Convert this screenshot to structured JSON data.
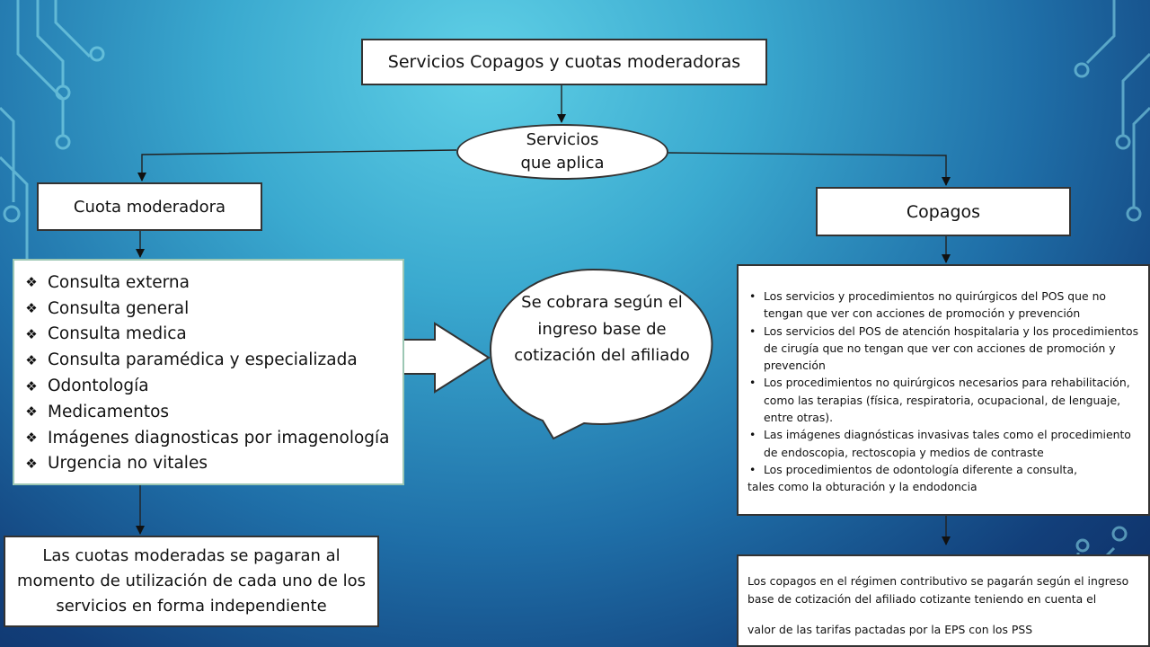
{
  "diagram": {
    "title": "Servicios Copagos y cuotas moderadoras",
    "center_node": "Servicios que aplica",
    "left_branch": {
      "label": "Cuota moderadora",
      "items": [
        "Consulta externa",
        "Consulta general",
        "Consulta medica",
        "Consulta paramédica y especializada",
        "Odontología",
        "Medicamentos",
        "Imágenes diagnosticas por imagenología",
        "Urgencia no vitales"
      ],
      "footer": "Las cuotas moderadas se pagaran al momento de utilización de cada uno de los servicios en forma independiente"
    },
    "callout": "Se cobrara según el ingreso base de cotización del afiliado",
    "right_branch": {
      "label": "Copagos",
      "items": [
        "Los servicios y procedimientos no quirúrgicos del POS que no tengan que ver con acciones de promoción y prevención",
        "Los servicios del POS de atención hospitalaria y los procedimientos de cirugía que no tengan que ver con acciones de promoción y prevención",
        "Los procedimientos no quirúrgicos necesarios para rehabilitación, como las terapias (física, respiratoria, ocupacional, de lenguaje, entre otras).",
        "Las imágenes diagnósticas invasivas tales como el procedimiento de endoscopia, rectoscopia y medios de contraste",
        "Los procedimientos de odontología diferente a consulta,",
        "tales como la obturación y la endodoncia"
      ],
      "footer_line1": "Los copagos en el régimen contributivo se pagarán según el ingreso base de cotización del afiliado cotizante teniendo en cuenta el",
      "footer_line2": "valor de las tarifas pactadas por la EPS con los PSS"
    }
  },
  "colors": {
    "background_light": "#5fd0e6",
    "background_dark": "#0e2d63",
    "circuit": "#8fe3f0",
    "box_fill": "#ffffff",
    "box_border": "#333333",
    "list_border": "#9cc7b4"
  },
  "icons": {
    "bullet": "diamond-bullet-icon",
    "arrow": "block-arrow-icon"
  }
}
